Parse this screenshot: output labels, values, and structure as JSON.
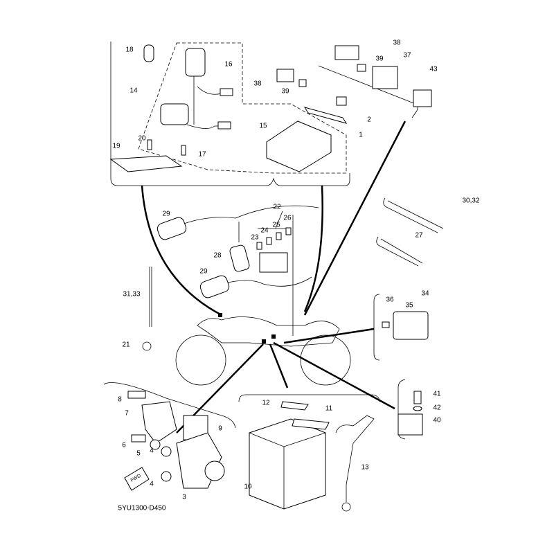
{
  "diagram_code": "5YU1300-D450",
  "fwd_label": "FWD",
  "callouts": [
    "18",
    "16",
    "14",
    "20",
    "19",
    "17",
    "15",
    "38",
    "39",
    "2",
    "1",
    "38",
    "39",
    "37",
    "43",
    "30,32",
    "27",
    "29",
    "22",
    "24",
    "25",
    "26",
    "23",
    "28",
    "29",
    "31,33",
    "21",
    "36",
    "35",
    "34",
    "8",
    "7",
    "9",
    "6",
    "5",
    "4",
    "4",
    "3",
    "12",
    "11",
    "41",
    "42",
    "40",
    "13",
    "10"
  ]
}
